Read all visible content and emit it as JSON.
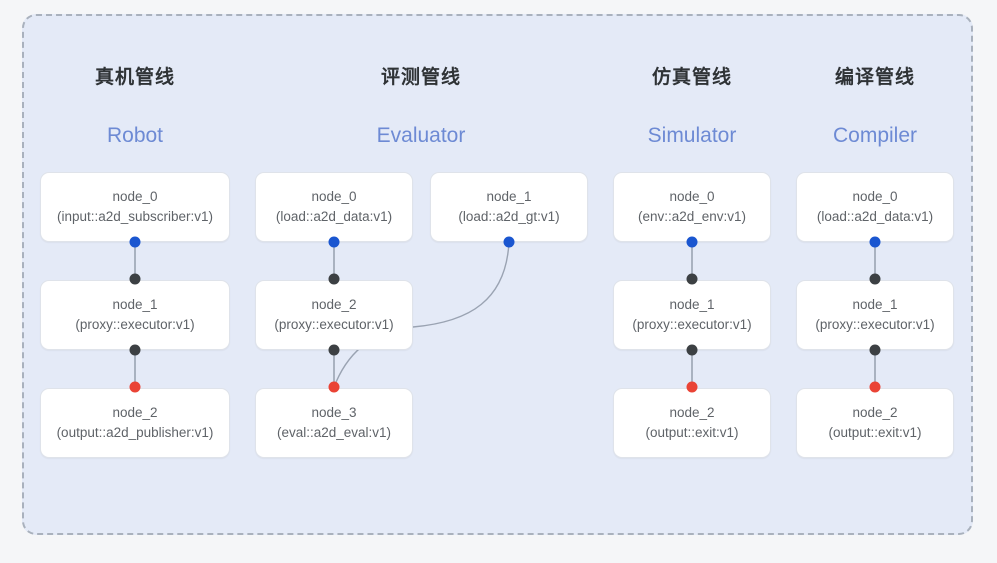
{
  "frame": {
    "border_style": "dashed",
    "border_color": "#a9b1bd",
    "background": "#e4eaf7"
  },
  "palette": {
    "port_blue": "#1a56d0",
    "port_black": "#3c4043",
    "port_red": "#ea4335",
    "edge": "#9aa3b2",
    "title_cn": "#2f3336",
    "title_en": "#6d8ad4",
    "node_text": "#5f6368",
    "node_bg": "#ffffff",
    "node_border": "#dfe3ea",
    "page_bg": "#f5f6f8"
  },
  "columns": [
    {
      "title_cn": "真机管线",
      "title_en": "Robot",
      "nodes": [
        {
          "name": "node_0",
          "type": "(input::a2d_subscriber:v1)"
        },
        {
          "name": "node_1",
          "type": "(proxy::executor:v1)"
        },
        {
          "name": "node_2",
          "type": "(output::a2d_publisher:v1)"
        }
      ]
    },
    {
      "title_cn": "评测管线",
      "title_en": "Evaluator",
      "nodes": [
        {
          "name": "node_0",
          "type": "(load::a2d_data:v1)"
        },
        {
          "name": "node_1",
          "type": "(load::a2d_gt:v1)"
        },
        {
          "name": "node_2",
          "type": "(proxy::executor:v1)"
        },
        {
          "name": "node_3",
          "type": "(eval::a2d_eval:v1)"
        }
      ]
    },
    {
      "title_cn": "仿真管线",
      "title_en": "Simulator",
      "nodes": [
        {
          "name": "node_0",
          "type": "(env::a2d_env:v1)"
        },
        {
          "name": "node_1",
          "type": "(proxy::executor:v1)"
        },
        {
          "name": "node_2",
          "type": "(output::exit:v1)"
        }
      ]
    },
    {
      "title_cn": "编译管线",
      "title_en": "Compiler",
      "nodes": [
        {
          "name": "node_0",
          "type": "(load::a2d_data:v1)"
        },
        {
          "name": "node_1",
          "type": "(proxy::executor:v1)"
        },
        {
          "name": "node_2",
          "type": "(output::exit:v1)"
        }
      ]
    }
  ]
}
